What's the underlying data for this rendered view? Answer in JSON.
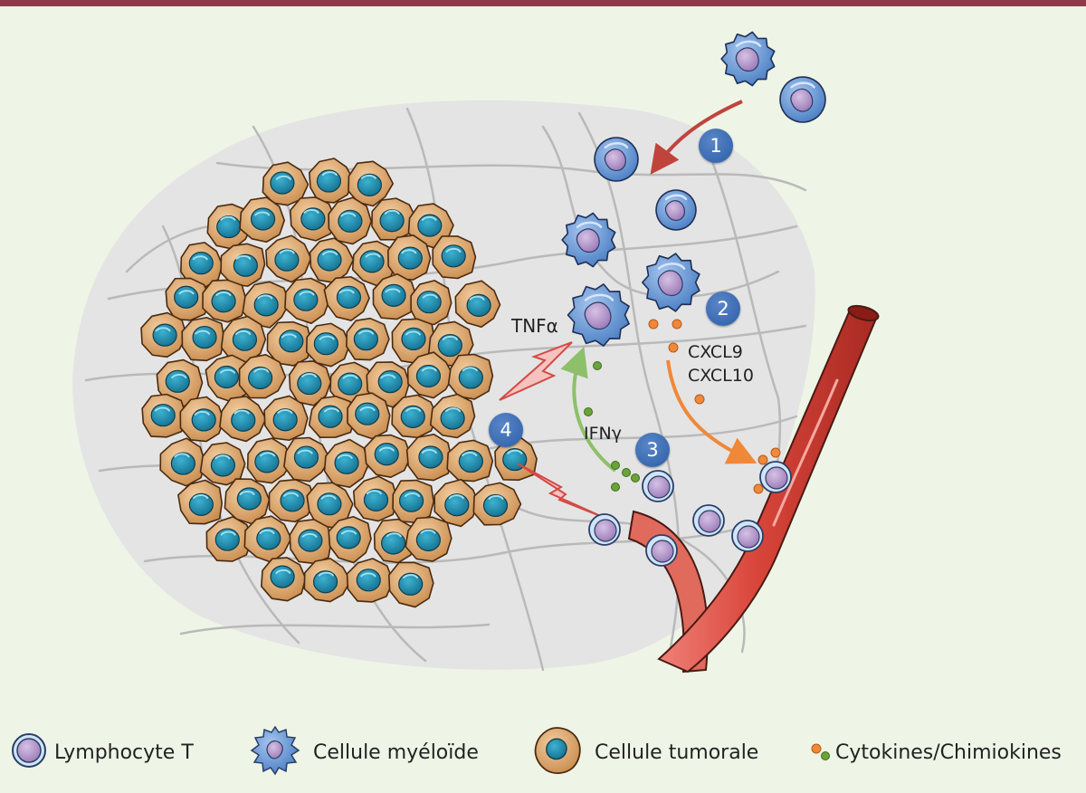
{
  "steps": [
    "1",
    "2",
    "3",
    "4"
  ],
  "labels": {
    "tnfa": "TNFα",
    "ifng": "IFNγ",
    "cxcl9": "CXCL9",
    "cxcl10": "CXCL10"
  },
  "legend": {
    "lymphocyte": "Lymphocyte T",
    "myeloid": "Cellule myéloïde",
    "tumor": "Cellule tumorale",
    "cytokines": "Cytokines/Chimiokines"
  },
  "colors": {
    "top_bar": "#8e3a4a",
    "background": "#eef5e6",
    "stroma": "#e6e6e6",
    "tumor_outer": "#d9a46c",
    "tumor_nucleus": "#1f8fb0",
    "myeloid": "#6a9bd6",
    "lymph_nucleus": "#b79ac9",
    "vessel": "#d9453a",
    "arrow_red": "#c0443c",
    "arrow_green": "#8dc06a",
    "arrow_orange": "#f0883a",
    "dot_orange": "#f0883a",
    "dot_green": "#6aa33a"
  }
}
